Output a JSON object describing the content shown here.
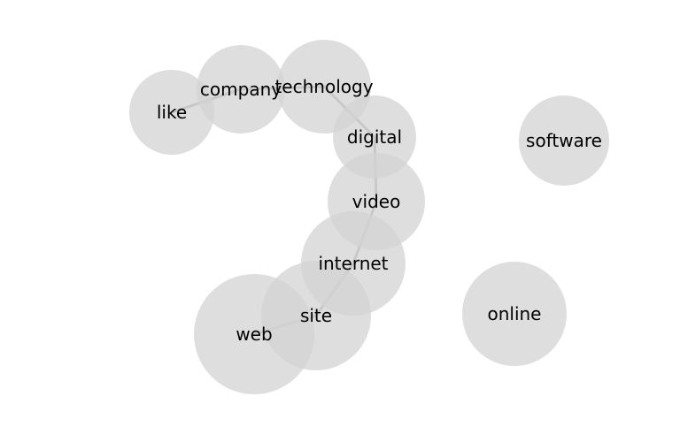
{
  "nodes": [
    {
      "id": "like",
      "label": "like"
    },
    {
      "id": "company",
      "label": "company"
    },
    {
      "id": "technology",
      "label": "technology"
    },
    {
      "id": "digital",
      "label": "digital"
    },
    {
      "id": "software",
      "label": "software"
    },
    {
      "id": "video",
      "label": "video"
    },
    {
      "id": "internet",
      "label": "internet"
    },
    {
      "id": "site",
      "label": "site"
    },
    {
      "id": "web",
      "label": "web"
    },
    {
      "id": "online",
      "label": "online"
    }
  ],
  "edges": [
    [
      "like",
      "company"
    ],
    [
      "company",
      "technology"
    ],
    [
      "technology",
      "digital"
    ],
    [
      "digital",
      "video"
    ],
    [
      "video",
      "internet"
    ],
    [
      "internet",
      "site"
    ],
    [
      "site",
      "web"
    ]
  ],
  "colors": {
    "node": "#d3d3d3",
    "edge": "#a6a6a6",
    "text": "#000000"
  }
}
